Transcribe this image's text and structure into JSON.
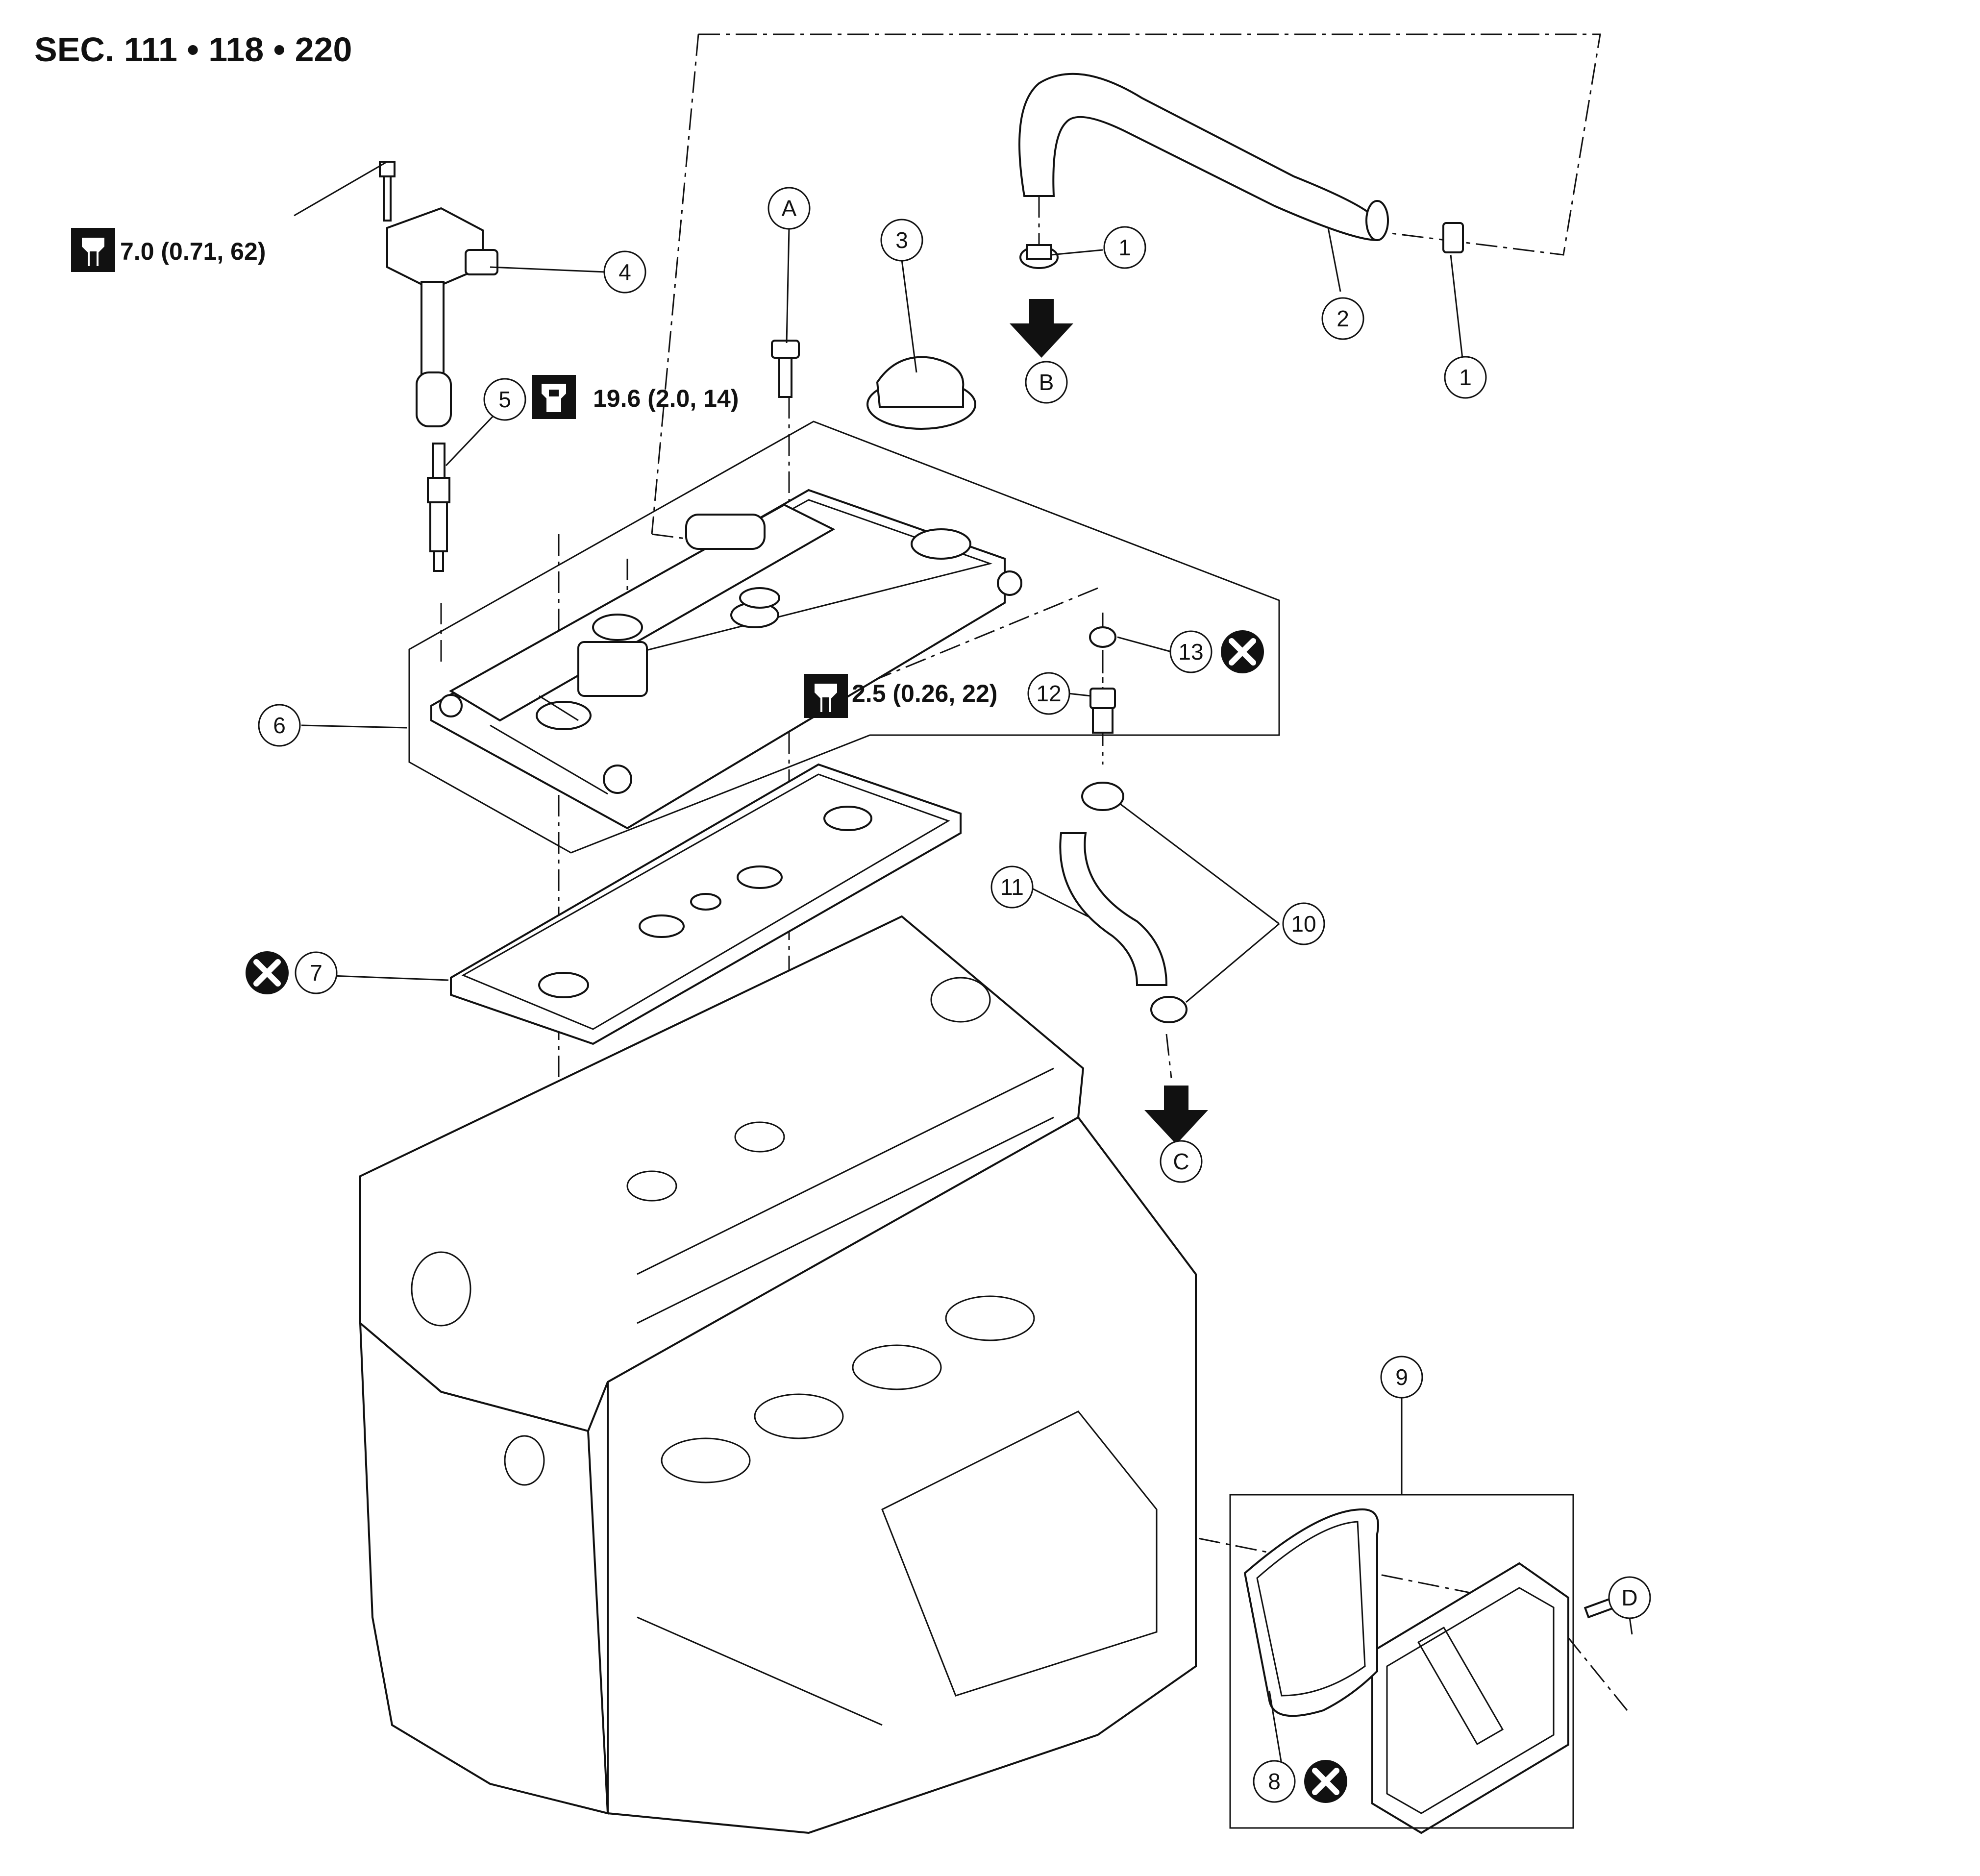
{
  "title": "SEC. 111 • 118 • 220",
  "torque_specs": {
    "ignition_coil_bolt": "7.0 (0.71, 62)",
    "spark_plug": "19.6 (2.0, 14)",
    "pcv_valve": "2.5 (0.26, 22)"
  },
  "callouts": {
    "c1a": "1",
    "c1b": "1",
    "c2": "2",
    "c3": "3",
    "c4": "4",
    "c5": "5",
    "c6": "6",
    "c7": "7",
    "c8": "8",
    "c9": "9",
    "c10": "10",
    "c11": "11",
    "c12": "12",
    "c13": "13",
    "cA": "A",
    "cB": "B",
    "cC": "C",
    "cD": "D"
  },
  "icons": [
    "torque-wrench-icon",
    "spark-plug-socket-icon",
    "do-not-reuse-icon"
  ]
}
